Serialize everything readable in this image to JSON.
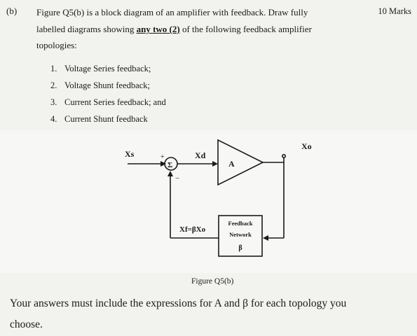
{
  "question": {
    "label": "(b)",
    "marks": "10 Marks",
    "intro_line1": "Figure Q5(b) is a block diagram of an amplifier with feedback. Draw fully",
    "intro_line2_pre": "labelled diagrams showing ",
    "intro_line2_emph": "any two (2)",
    "intro_line2_post": " of the following feedback amplifier",
    "intro_line3": "topologies:",
    "items": [
      {
        "num": "1.",
        "text": "Voltage Series feedback;"
      },
      {
        "num": "2.",
        "text": "Voltage Shunt feedback;"
      },
      {
        "num": "3.",
        "text": "Current Series feedback; and"
      },
      {
        "num": "4.",
        "text": "Current Shunt feedback"
      }
    ]
  },
  "diagram": {
    "input_label": "Xs",
    "summer_symbol": "Σ",
    "plus_sign": "+",
    "minus_sign": "−",
    "error_label": "Xd",
    "amplifier_label": "A",
    "output_label": "Xo",
    "feedback_line1": "Feedback",
    "feedback_line2": "Network",
    "feedback_symbol": "β",
    "feedback_expr": "Xf=βXo"
  },
  "caption": "Figure Q5(b)",
  "closing_line1": "Your answers must include the expressions for A and β for each topology you",
  "closing_line2": "choose."
}
